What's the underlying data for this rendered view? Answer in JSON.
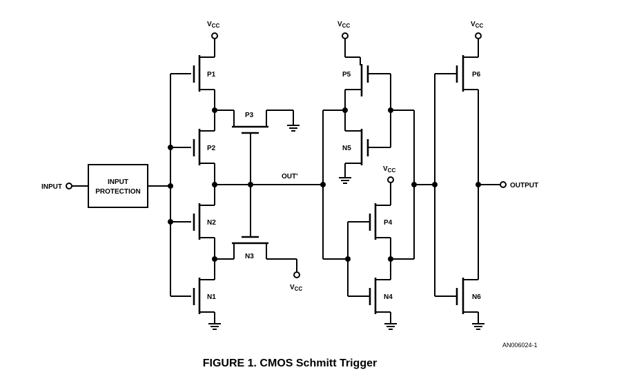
{
  "diagram": {
    "caption": "FIGURE 1. CMOS Schmitt Trigger",
    "ref_code": "AN006024-1",
    "input_label": "INPUT",
    "output_label": "OUTPUT",
    "out_prime_label": "OUT'",
    "protection_block": {
      "line1": "INPUT",
      "line2": "PROTECTION"
    },
    "supply_label": {
      "main": "V",
      "sub": "CC"
    },
    "transistors": {
      "p1": "P1",
      "p2": "P2",
      "p3": "P3",
      "p4": "P4",
      "p5": "P5",
      "p6": "P6",
      "n1": "N1",
      "n2": "N2",
      "n3": "N3",
      "n4": "N4",
      "n5": "N5",
      "n6": "N6"
    }
  }
}
